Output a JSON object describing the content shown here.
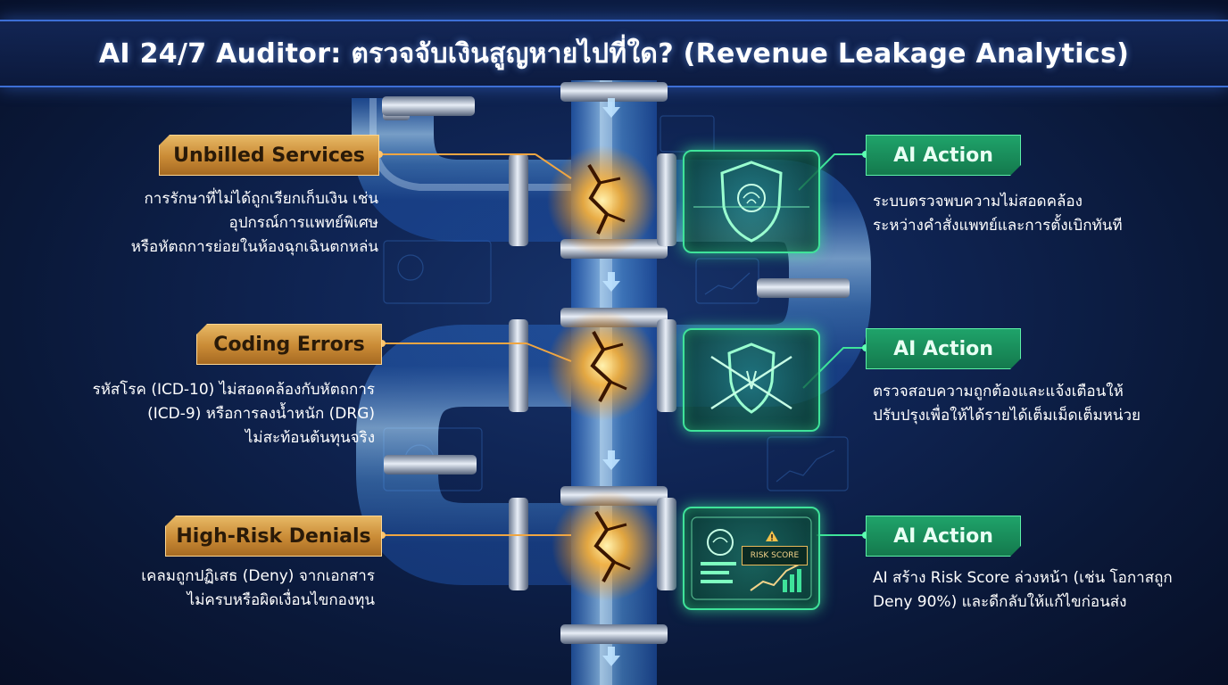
{
  "title": "AI 24/7 Auditor: ตรวจจับเงินสูญหายไปที่ใด? (Revenue Leakage Analytics)",
  "leaks": [
    {
      "label": "Unbilled Services",
      "description": [
        "การรักษาที่ไม่ได้ถูกเรียกเก็บเงิน เช่น",
        "อุปกรณ์การแพทย์พิเศษ",
        "หรือหัตถการย่อยในห้องฉุกเฉินตกหล่น"
      ]
    },
    {
      "label": "Coding Errors",
      "description": [
        "รหัสโรค (ICD-10) ไม่สอดคล้องกับหัตถการ",
        "(ICD-9) หรือการลงน้ำหนัก (DRG)",
        "ไม่สะท้อนต้นทุนจริง"
      ]
    },
    {
      "label": "High-Risk Denials",
      "description": [
        "เคลมถูกปฏิเสธ (Deny) จากเอกสาร",
        "ไม่ครบหรือผิดเงื่อนไขกองทุน"
      ]
    }
  ],
  "actions": [
    {
      "label": "AI Action",
      "description": [
        "ระบบตรวจพบความไม่สอดคล้อง",
        "ระหว่างคำสั่งแพทย์และการตั้งเบิกทันที"
      ]
    },
    {
      "label": "AI Action",
      "description": [
        "ตรวจสอบความถูกต้องและแจ้งเตือนให้",
        "ปรับปรุงเพื่อให้ได้รายได้เต็มเม็ดเต็มหน่วย"
      ]
    },
    {
      "label": "AI Action",
      "description": [
        "AI สร้าง Risk Score ล่วงหน้า (เช่น โอกาสถูก",
        "Deny 90%) และดีกลับให้แก้ไขก่อนส่ง"
      ],
      "panel_tag": "RISK SCORE"
    }
  ],
  "colors": {
    "gold": "#d89a45",
    "green": "#1f9d67",
    "glow": "#3fe39a",
    "pipe": "#6fb5ff"
  },
  "icons": [
    "shield-brain-icon",
    "shield-tools-icon",
    "brain-chart-icon",
    "warning-icon",
    "down-arrow-icon",
    "crack-icon"
  ]
}
